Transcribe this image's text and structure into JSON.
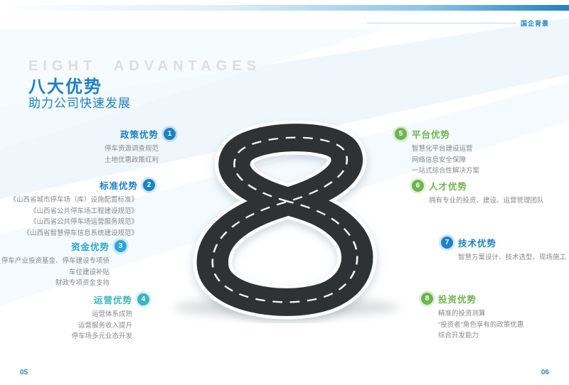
{
  "meta": {
    "top_right_label": "国企背景",
    "page_number_left": "05",
    "page_number_right": "06"
  },
  "header": {
    "watermark": "EIGHT ADVANTAGES",
    "title": "八大优势",
    "subtitle": "助力公司快速发展"
  },
  "colors": {
    "blue": "#1d82c6",
    "cyan": "#2aa7dc",
    "teal": "#3ab5c0",
    "green": "#6db54e",
    "accent_band": "#1d82c6",
    "sub_text": "#8a8a8a",
    "watermark_gray": "#dedede",
    "road_asphalt": "#2f3136",
    "road_edge": "#fdfdfd"
  },
  "graphic": {
    "center_icon": "figure-eight-road"
  },
  "advantages_left": [
    {
      "number": "1",
      "title": "政策优势",
      "color": "blue",
      "subs": [
        "停车资源调查规范",
        "土地优惠政策红利"
      ]
    },
    {
      "number": "2",
      "title": "标准优势",
      "color": "blue",
      "subs": [
        "《山西省城市停车场（库）设施配置标准》",
        "《山西省公共停车场工程建设规范》",
        "《山西省公共停车场运营服务规范》",
        "《山西省智慧停车信息系统建设规范》"
      ]
    },
    {
      "number": "3",
      "title": "资金优势",
      "color": "cyan",
      "subs": [
        "停车产业投资基金、停车建设专项债",
        "车位建设补贴",
        "财政专项资金支持"
      ]
    },
    {
      "number": "4",
      "title": "运营优势",
      "color": "teal",
      "subs": [
        "运营体系成熟",
        "运营服务收入提升",
        "停车场多元业态开发"
      ]
    }
  ],
  "advantages_right": [
    {
      "number": "5",
      "title": "平台优势",
      "color": "green",
      "subs": [
        "智慧化平台建设运营",
        "网络信息安全保障",
        "一站式综合性解决方案"
      ]
    },
    {
      "number": "6",
      "title": "人才优势",
      "color": "green",
      "subs": [
        "拥有专业的投资、建设、运营管理团队"
      ]
    },
    {
      "number": "7",
      "title": "技术优势",
      "color": "blue",
      "subs": [
        "智慧方案设计、技术选型、现场施工"
      ]
    },
    {
      "number": "8",
      "title": "投资优势",
      "color": "green",
      "subs": [
        "精准的投资测算",
        "“投资者”角色享有的政策优惠",
        "综合开发能力"
      ]
    }
  ]
}
